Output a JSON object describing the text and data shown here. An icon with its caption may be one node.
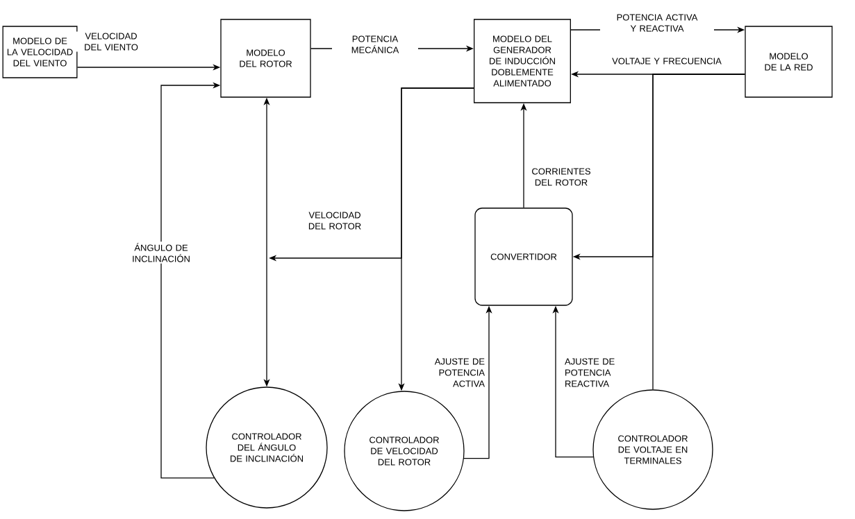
{
  "diagram": {
    "nodes": [
      {
        "text": [
          "MODELO DE LA VELOCIDAD DEL VIENTO"
        ]
      },
      {
        "text": [
          "MODELO DEL ROTOR"
        ]
      },
      {
        "text": [
          "MODELO DEL GENERADOR DE INDUCCIÓN DOBLEMENTE ALIMENTADO"
        ]
      },
      {
        "text": [
          "MODELO DE LA RED"
        ]
      },
      {
        "text": [
          "CONVERTIDOR"
        ]
      },
      {
        "text": [
          "CONTROLADOR DEL ÁNGULO DE INCLINACIÓN"
        ]
      },
      {
        "text": [
          "CONTROLADOR DE VELOCIDAD DEL ROTOR"
        ]
      },
      {
        "text": [
          "CONTROLADOR DE VOLTAJE EN TERMINALES"
        ]
      }
    ],
    "edges": [
      {
        "from": 0,
        "to": 1,
        "arrow": "to",
        "label": "VELOCIDAD DEL VIENTO"
      },
      {
        "from": 1,
        "to": 2,
        "arrow": "to",
        "label": "POTENCIA MECÁNICA"
      },
      {
        "from": 2,
        "to": 3,
        "arrow": "to",
        "label": "POTENCIA ACTIVA Y REACTIVA"
      },
      {
        "from": 3,
        "to": 2,
        "arrow": "to",
        "label": "VOLTAJE Y FRECUENCIA"
      },
      {
        "from": 3,
        "to": 4,
        "arrow": "to"
      },
      {
        "from": 3,
        "to": 7,
        "arrow": "none"
      },
      {
        "from": 1,
        "to": 5,
        "arrow": "both"
      },
      {
        "from": 5,
        "to": 1,
        "arrow": "to",
        "label": "ÁNGULO DE INCLINACIÓN"
      },
      {
        "from": 2,
        "to": 6,
        "arrow": "to"
      },
      {
        "from": 2,
        "to": null,
        "arrow": "to",
        "label": "VELOCIDAD DEL ROTOR"
      },
      {
        "from": 4,
        "to": 2,
        "arrow": "to",
        "label": "CORRIENTES DEL ROTOR"
      },
      {
        "from": 6,
        "to": 4,
        "arrow": "to",
        "label": "AJUSTE DE POTENCIA ACTIVA"
      },
      {
        "from": 7,
        "to": 4,
        "arrow": "to",
        "label": "AJUSTE DE POTENCIA REACTIVA"
      }
    ]
  }
}
